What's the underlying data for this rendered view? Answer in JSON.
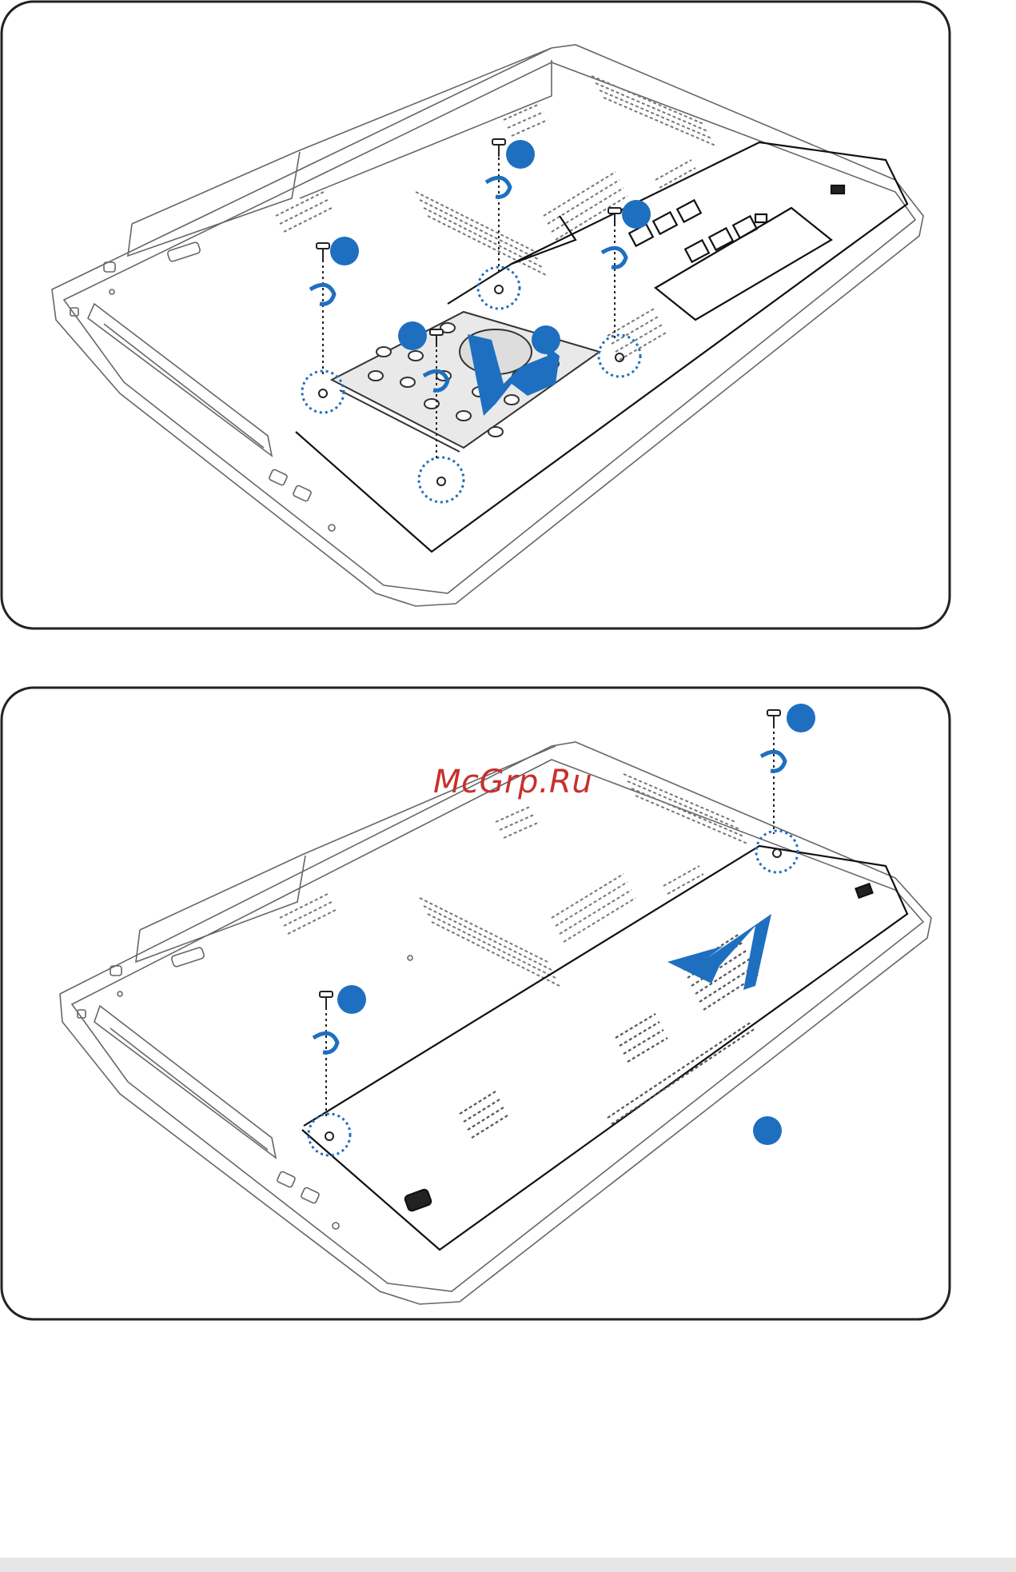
{
  "document": {
    "type": "instruction-illustration",
    "subject": "laptop-bottom-service"
  },
  "watermark": {
    "text": "McGrp.Ru",
    "color": "#c8302d"
  },
  "colors": {
    "panel_border": "#222222",
    "line_art": "#555555",
    "accent": "#1f6fc0",
    "callout_fill": "#1f6fc0"
  },
  "panels": [
    {
      "name": "hdd-removal",
      "callouts": [
        "",
        "",
        "",
        "",
        ""
      ],
      "screws": 4,
      "arrows": 1
    },
    {
      "name": "cover-removal",
      "callouts": [
        "",
        "",
        ""
      ],
      "screws": 2,
      "arrows": 1
    }
  ]
}
